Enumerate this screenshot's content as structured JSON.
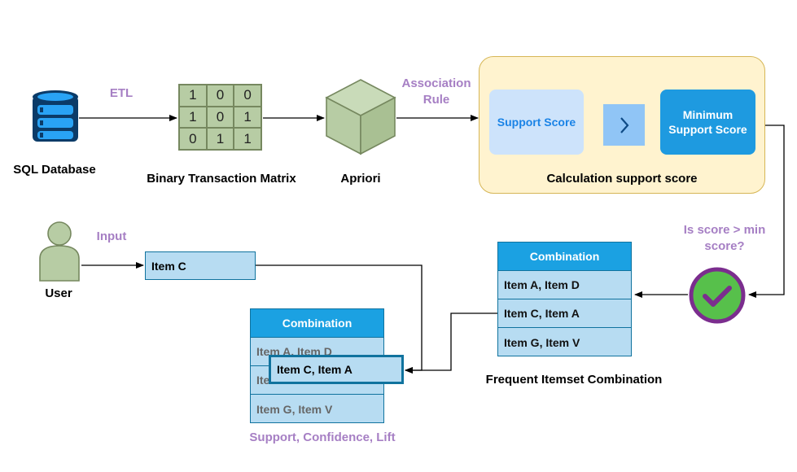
{
  "nodes": {
    "sql_database": {
      "label": "SQL Database"
    },
    "binary_matrix": {
      "label": "Binary Transaction Matrix",
      "cells": [
        "1",
        "0",
        "0",
        "1",
        "0",
        "1",
        "0",
        "1",
        "1"
      ]
    },
    "apriori": {
      "label": "Apriori"
    },
    "calculation": {
      "label": "Calculation support score",
      "support_score": "Support Score",
      "minimum_line1": "Minimum",
      "minimum_line2": "Support Score"
    },
    "check": {
      "question_line1": "Is score > min",
      "question_line2": "score?"
    },
    "frequent": {
      "header": "Combination",
      "rows": [
        "Item A, Item D",
        "Item C, Item A",
        "Item G, Item V"
      ],
      "label": "Frequent Itemset Combination"
    },
    "user": {
      "label": "User",
      "input_value": "Item C"
    },
    "result": {
      "header": "Combination",
      "rows": [
        "Item A, Item D",
        "Ite",
        "Item G, Item V"
      ],
      "highlight": "Item C, Item A",
      "label": "Support, Confidence, Lift"
    }
  },
  "edges": {
    "etl": "ETL",
    "assoc_line1": "Association",
    "assoc_line2": "Rule",
    "input": "Input"
  },
  "colors": {
    "purple": "#a67fc4",
    "green_fill": "#b7cca4",
    "blue_head": "#1ba1e2",
    "blue_cell": "#b7dcf2",
    "yellow": "#fff3cf",
    "check_green": "#57c04b",
    "check_ring": "#7b2d8e"
  }
}
